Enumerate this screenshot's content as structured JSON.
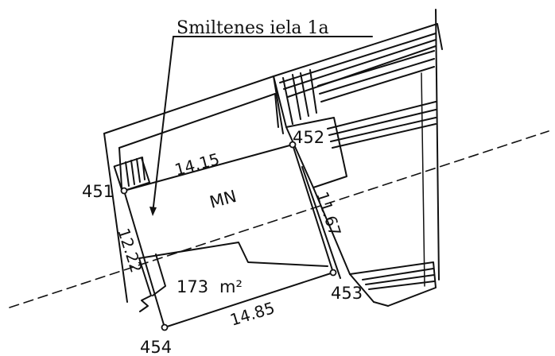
{
  "plan": {
    "street_label": "Smiltenes iela 1a",
    "zone_label": "MN",
    "area": {
      "value": "173",
      "unit": "m²"
    },
    "points": [
      {
        "id": "point-451",
        "label": "451"
      },
      {
        "id": "point-452",
        "label": "452"
      },
      {
        "id": "point-453",
        "label": "453"
      },
      {
        "id": "point-454",
        "label": "454"
      }
    ],
    "dimensions": [
      {
        "id": "dim-451-452",
        "label": "14.15"
      },
      {
        "id": "dim-452-453",
        "label": "11.67"
      },
      {
        "id": "dim-454-453",
        "label": "14.85"
      },
      {
        "id": "dim-451-454",
        "label": "12.22"
      }
    ]
  },
  "colors": {
    "ink": "#111111",
    "paper": "#ffffff"
  }
}
